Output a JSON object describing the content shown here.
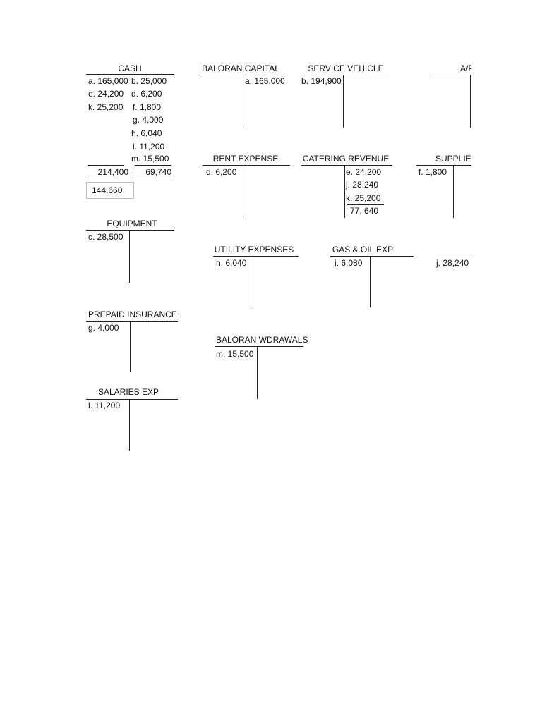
{
  "cash": {
    "title": "CASH",
    "debits": [
      "a. 165,000",
      "e. 24,200",
      "k. 25,200"
    ],
    "credits": [
      "b. 25,000",
      "d. 6,200",
      "f. 1,800",
      "g. 4,000",
      "h. 6,040",
      "l. 11,200",
      "m. 15,500"
    ],
    "debit_total": "214,400",
    "credit_total": "69,740",
    "balance": "144,660"
  },
  "baloran_capital": {
    "title": "BALORAN CAPITAL",
    "credit": "a. 165,000"
  },
  "service_vehicle": {
    "title": "SERVICE VEHICLE",
    "debit": "b. 194,900"
  },
  "accounts_payable": {
    "title": "A/P",
    "credit": "j. 28,240"
  },
  "rent_expense": {
    "title": "RENT EXPENSE",
    "debit": "d. 6,200"
  },
  "catering_revenue": {
    "title": "CATERING REVENUE",
    "credits": [
      "e. 24,200",
      "j. 28,240",
      "k. 25,200"
    ],
    "total": "77, 640"
  },
  "supplies": {
    "title": "SUPPLIES",
    "debit": "f. 1,800"
  },
  "equipment": {
    "title": "EQUIPMENT",
    "debit": "c. 28,500"
  },
  "utility_expenses": {
    "title": "UTILITY EXPENSES",
    "debit": "h. 6,040"
  },
  "gas_oil_exp": {
    "title": "GAS & OIL EXP",
    "debit": "i. 6,080"
  },
  "prepaid_insurance": {
    "title": "PREPAID INSURANCE",
    "debit": "g. 4,000"
  },
  "baloran_wdrawals": {
    "title": "BALORAN WDRAWALS",
    "debit": "m. 15,500"
  },
  "salaries_exp": {
    "title": "SALARIES EXP",
    "debit": "l. 11,200"
  }
}
